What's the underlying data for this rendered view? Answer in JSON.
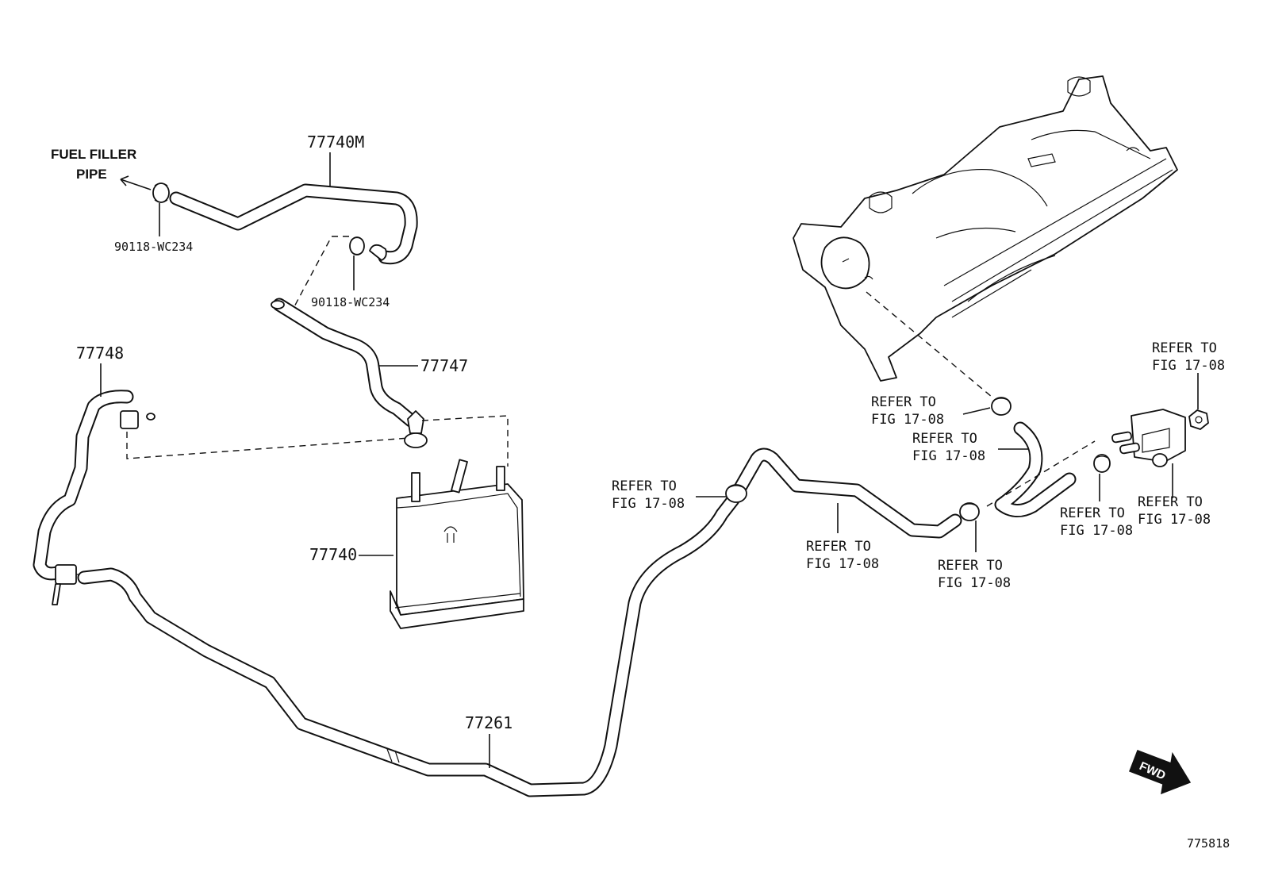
{
  "labels": {
    "fuel_filler_line1": "FUEL FILLER",
    "fuel_filler_line2": "PIPE",
    "part_77740M": "77740M",
    "clamp_top_left": "90118-WC234",
    "clamp_mid": "90118-WC234",
    "part_77748": "77748",
    "part_77747": "77747",
    "part_77740": "77740",
    "part_77261": "77261",
    "refer_to": "REFER TO",
    "fig_ref": "FIG 17-08",
    "fwd_arrow": "FWD",
    "diagram_code": "775818"
  }
}
